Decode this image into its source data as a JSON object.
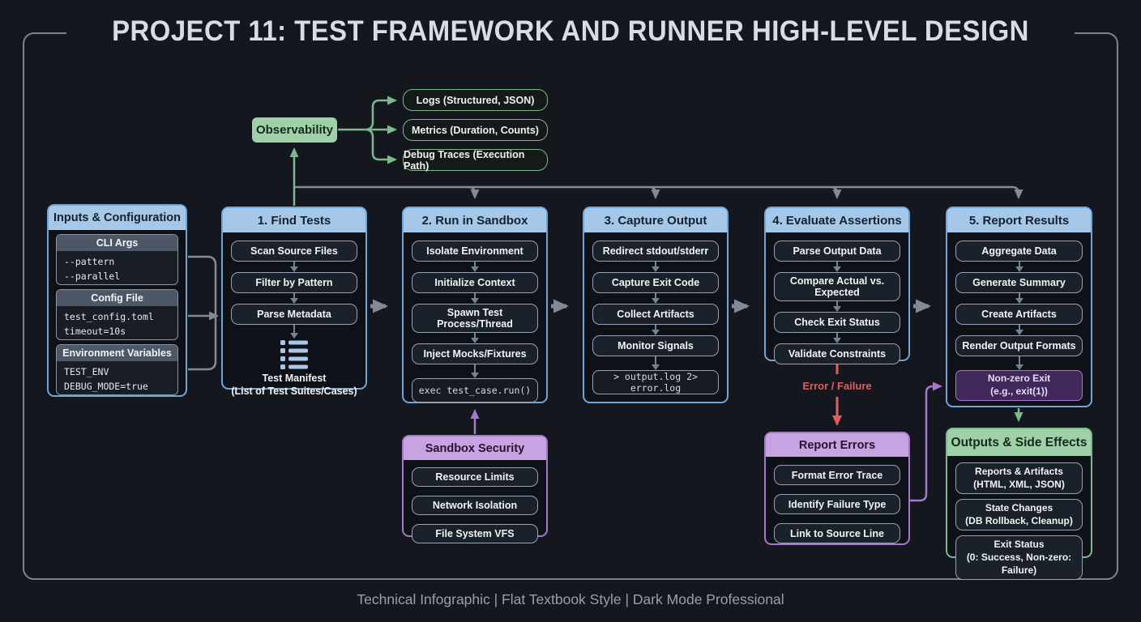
{
  "title": "PROJECT 11: TEST FRAMEWORK AND RUNNER HIGH-LEVEL DESIGN",
  "footer": "Technical Infographic | Flat Textbook Style | Dark Mode Professional",
  "colors": {
    "page_bg": "#14171d",
    "frame_border": "#7b8492",
    "blue_header_bg": "#a6c8e8",
    "blue_border": "#6ea6d8",
    "header_text_dark": "#16202e",
    "panel_bg": "#0e1218",
    "item_bg": "#1b212b",
    "item_border": "#97a2b3",
    "item_text": "#f1f3f6",
    "code_text": "#d7dce4",
    "card_header_bg": "#4d5765",
    "card_border": "#8a95a5",
    "green_fill": "#9fd1a9",
    "green_border": "#7cb98b",
    "green_text_dark": "#152a1b",
    "purple_header_bg": "#c7a4e1",
    "purple_border": "#a478cb",
    "purple_dark_fill": "#40285a",
    "purple_light_text": "#e9dbf7",
    "line_gray": "#828a97",
    "red": "#dd5f5f",
    "title_text": "#d9dce2",
    "footer_text": "#98a0ab",
    "icon_blue": "#a9c6e8"
  },
  "observability": {
    "label": "Observability",
    "outputs": [
      "Logs (Structured, JSON)",
      "Metrics (Duration, Counts)",
      "Debug Traces (Execution Path)"
    ]
  },
  "inputs": {
    "title": "Inputs & Configuration",
    "cards": [
      {
        "title": "CLI Args",
        "code": "--pattern\n--parallel"
      },
      {
        "title": "Config File",
        "code": "test_config.toml\ntimeout=10s"
      },
      {
        "title": "Environment Variables",
        "code": "TEST_ENV\nDEBUG_MODE=true"
      }
    ]
  },
  "stages": [
    {
      "title": "1. Find Tests",
      "steps": [
        "Scan Source Files",
        "Filter by Pattern",
        "Parse Metadata"
      ],
      "manifest": {
        "line1": "Test Manifest",
        "line2": "(List of Test Suites/Cases)"
      }
    },
    {
      "title": "2. Run in Sandbox",
      "steps": [
        "Isolate Environment",
        "Initialize Context",
        "Spawn Test Process/Thread",
        "Inject Mocks/Fixtures"
      ],
      "code": "exec test_case.run()"
    },
    {
      "title": "3. Capture Output",
      "steps": [
        "Redirect stdout/stderr",
        "Capture Exit Code",
        "Collect Artifacts",
        "Monitor Signals"
      ],
      "code": "> output.log 2> error.log"
    },
    {
      "title": "4. Evaluate Assertions",
      "steps": [
        "Parse Output Data",
        "Compare Actual vs. Expected",
        "Check Exit Status",
        "Validate Constraints"
      ]
    },
    {
      "title": "5. Report Results",
      "steps": [
        "Aggregate Data",
        "Generate Summary",
        "Create Artifacts",
        "Render Output Formats"
      ],
      "highlight": {
        "line1": "Non-zero Exit",
        "line2": "(e.g., exit(1))"
      }
    }
  ],
  "error_label": "Error / Failure",
  "sandbox_security": {
    "title": "Sandbox Security",
    "items": [
      "Resource Limits",
      "Network Isolation",
      "File System VFS"
    ]
  },
  "report_errors": {
    "title": "Report Errors",
    "items": [
      "Format Error Trace",
      "Identify Failure Type",
      "Link to Source Line"
    ]
  },
  "outputs_effects": {
    "title": "Outputs & Side Effects",
    "items": [
      {
        "line1": "Reports & Artifacts",
        "line2": "(HTML, XML, JSON)"
      },
      {
        "line1": "State Changes",
        "line2": "(DB Rollback, Cleanup)"
      },
      {
        "line1": "Exit Status",
        "line2": "(0: Success, Non-zero: Failure)"
      }
    ]
  }
}
